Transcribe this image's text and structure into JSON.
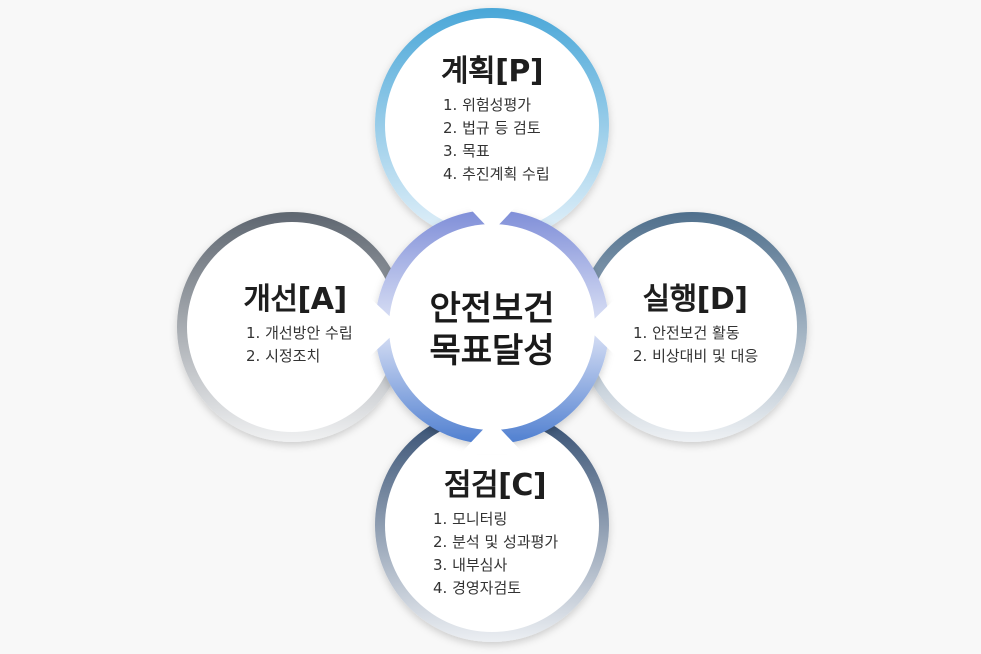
{
  "center": {
    "line1": "안전보건",
    "line2": "목표달성"
  },
  "nodes": {
    "plan": {
      "title": "계획[P]",
      "items": [
        "1. 위험성평가",
        "2. 법규 등 검토",
        "3. 목표",
        "4. 추진계획 수립"
      ]
    },
    "do": {
      "title": "실행[D]",
      "items": [
        "1. 안전보건 활동",
        "2. 비상대비 및 대응"
      ]
    },
    "check": {
      "title": "점검[C]",
      "items": [
        "1. 모니터링",
        "2. 분석 및 성과평가",
        "3. 내부심사",
        "4. 경영자검토"
      ]
    },
    "act": {
      "title": "개선[A]",
      "items": [
        "1. 개선방안 수립",
        "2. 시정조치"
      ]
    }
  },
  "colors": {
    "plan": "#4aa7d8",
    "do": "#4f6f8c",
    "check": "#2f4a6e",
    "act": "#5e6670",
    "center_top": "#7f8ed8",
    "center_bottom": "#4f7fd0"
  }
}
